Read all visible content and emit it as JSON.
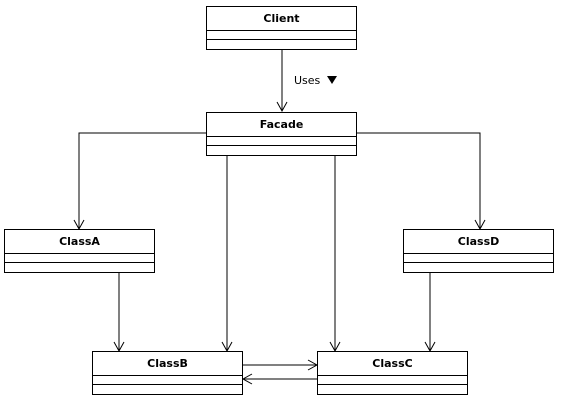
{
  "classes": {
    "client": {
      "name": "Client"
    },
    "facade": {
      "name": "Facade"
    },
    "classa": {
      "name": "ClassA"
    },
    "classb": {
      "name": "ClassB"
    },
    "classc": {
      "name": "ClassC"
    },
    "classd": {
      "name": "ClassD"
    }
  },
  "association": {
    "label": "Uses",
    "direction_icon": "filled-triangle-down-icon"
  },
  "colors": {
    "line": "#000000",
    "fill": "#ffffff"
  }
}
